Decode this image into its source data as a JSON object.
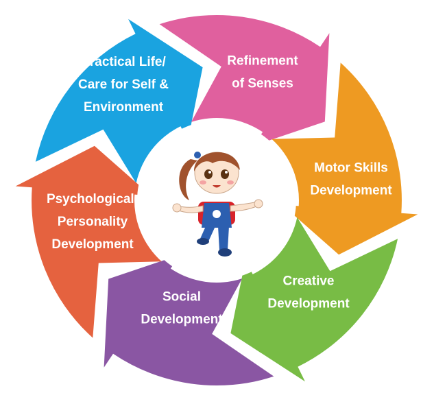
{
  "segments": [
    {
      "id": "practical-life",
      "lines": [
        "Practical Life/",
        "Care for Self &",
        "Environment"
      ],
      "color": "#1AA3E0"
    },
    {
      "id": "refinement-of-senses",
      "lines": [
        "Refinement",
        "of Senses"
      ],
      "color": "#E0609E"
    },
    {
      "id": "motor-skills",
      "lines": [
        "Motor Skills",
        "Development"
      ],
      "color": "#EE9A22"
    },
    {
      "id": "creative",
      "lines": [
        "Creative",
        "Development"
      ],
      "color": "#78BC45"
    },
    {
      "id": "social",
      "lines": [
        "Social",
        "Development"
      ],
      "color": "#8A56A3"
    },
    {
      "id": "psychological",
      "lines": [
        "Psychological-",
        "Personality",
        "Development"
      ],
      "color": "#E5623F"
    }
  ],
  "mascot": {
    "hair": "#A0522D",
    "shirt": "#2C5FB0",
    "backpack": "#D8232A",
    "skin": "#FBE3CF"
  }
}
